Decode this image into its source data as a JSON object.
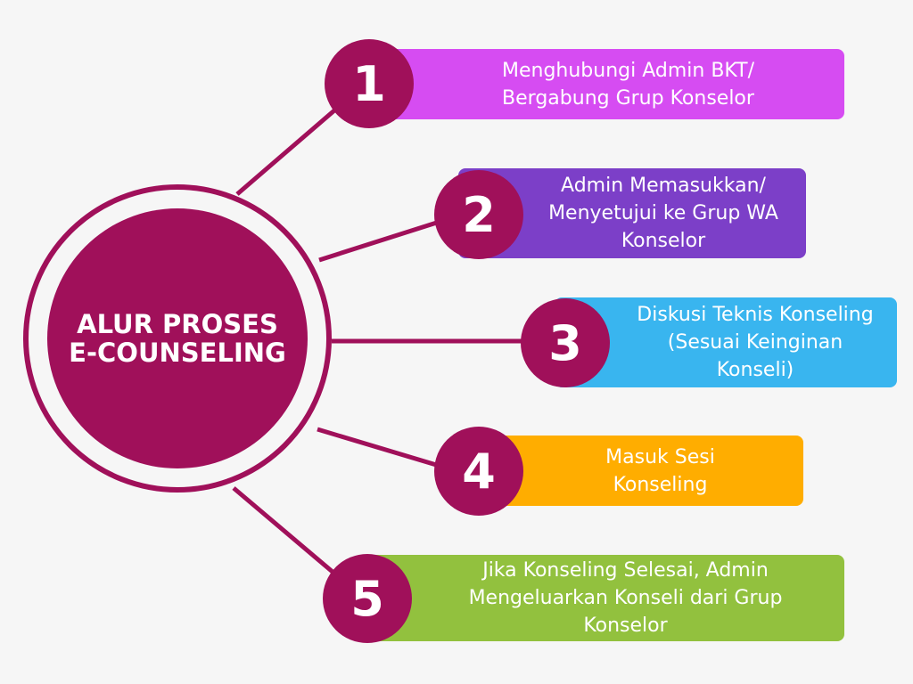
{
  "colors": {
    "accent": "#a0105a",
    "step1": "#d64cf2",
    "step2": "#7c3fc8",
    "step3": "#39b5ef",
    "step4": "#ffad00",
    "step5": "#92c13e",
    "background": "#f6f6f6"
  },
  "hub": {
    "title": "ALUR PROSES\nE-COUNSELING"
  },
  "steps": [
    {
      "number": "1",
      "text": "Menghubungi Admin BKT/\nBergabung Grup Konselor"
    },
    {
      "number": "2",
      "text": "Admin Memasukkan/\nMenyetujui ke Grup WA\nKonselor"
    },
    {
      "number": "3",
      "text": "Diskusi Teknis Konseling\n(Sesuai Keinginan\nKonseli)"
    },
    {
      "number": "4",
      "text": "Masuk Sesi\nKonseling"
    },
    {
      "number": "5",
      "text": "Jika Konseling Selesai, Admin\nMengeluarkan Konseli dari Grup\nKonselor"
    }
  ]
}
